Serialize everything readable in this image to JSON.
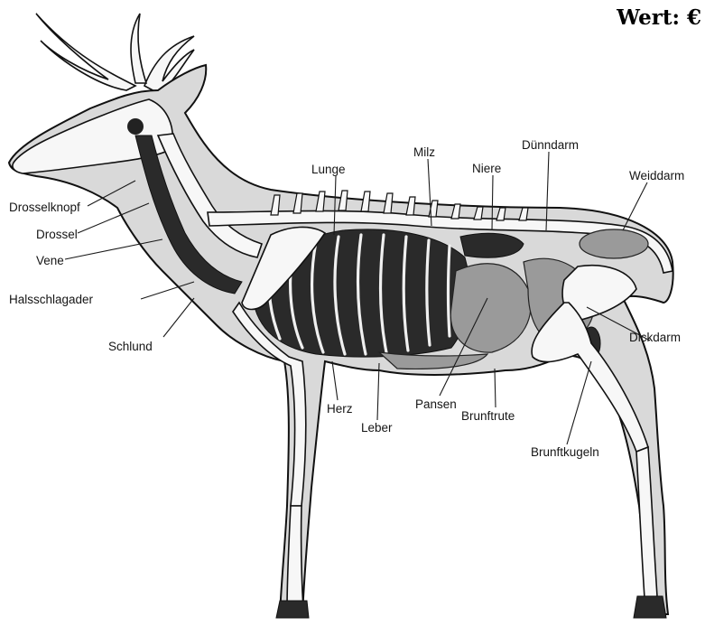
{
  "price_label": "Wert: €",
  "labels": {
    "drosselknopf": "Drosselknopf",
    "drossel": "Drossel",
    "vene": "Vene",
    "halsschlagader": "Halsschlagader",
    "schlund": "Schlund",
    "lunge": "Lunge",
    "milz": "Milz",
    "niere": "Niere",
    "duenndarm": "Dünndarm",
    "weiddarm": "Weiddarm",
    "dickdarm": "Dickdarm",
    "herz": "Herz",
    "leber": "Leber",
    "pansen": "Pansen",
    "brunftrute": "Brunftrute",
    "brunftkugeln": "Brunftkugeln"
  }
}
